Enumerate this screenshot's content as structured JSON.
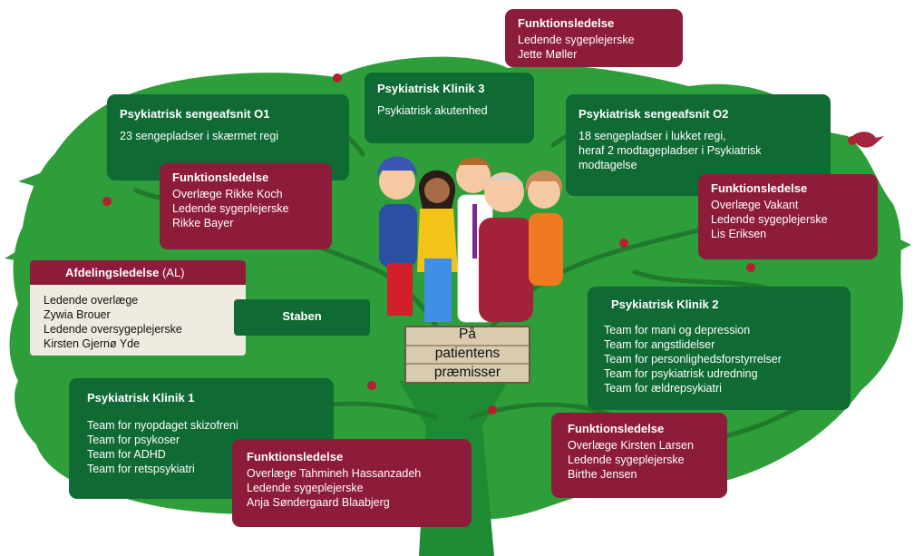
{
  "pk3": {
    "title": "Psykiatrisk Klinik 3",
    "lines": [
      "Psykiatrisk akutenhed"
    ]
  },
  "top_func": {
    "title": "Funktionsledelse",
    "lines": [
      "Ledende sygeplejerske",
      "Jette Møller"
    ]
  },
  "so1": {
    "title": "Psykiatrisk sengeafsnit O1",
    "lines": [
      "23 sengepladser i skærmet regi"
    ]
  },
  "so1_func": {
    "title": "Funktionsledelse",
    "lines": [
      "Overlæge Rikke Koch",
      "Ledende sygeplejerske",
      "Rikke Bayer"
    ]
  },
  "so2": {
    "title": "Psykiatrisk sengeafsnit O2",
    "lines": [
      "18 sengepladser i lukket regi,",
      "heraf 2 modtagepladser i Psykiatrisk",
      "modtagelse"
    ]
  },
  "so2_func": {
    "title": "Funktionsledelse",
    "lines": [
      "Overlæge Vakant",
      "Ledende sygeplejerske",
      "Lis Eriksen"
    ]
  },
  "al": {
    "title": "Afdelingsledelse",
    "abbr": "(AL)",
    "lines": [
      "Ledende overlæge",
      "Zywia Brouer",
      "Ledende oversygeplejerske",
      "Kirsten Gjernø Yde"
    ]
  },
  "staben": {
    "title": "Staben"
  },
  "sign": {
    "lines": [
      "På",
      "patientens",
      "præmisser"
    ]
  },
  "pk2": {
    "title": "Psykiatrisk Klinik 2",
    "lines": [
      "Team for mani og depression",
      "Team for angstlidelser",
      "Team for personlighedsforstyrrelser",
      "Team for psykiatrisk udredning",
      "Team for ældrepsykiatri"
    ]
  },
  "pk2_func": {
    "title": "Funktionsledelse",
    "lines": [
      "Overlæge Kirsten Larsen",
      "Ledende sygeplejerske",
      "Birthe Jensen"
    ]
  },
  "pk1": {
    "title": "Psykiatrisk Klinik 1",
    "lines": [
      "Team for nyopdaget skizofreni",
      "Team for psykoser",
      "Team for ADHD",
      "Team for retspsykiatri"
    ]
  },
  "pk1_func": {
    "title": "Funktionsledelse",
    "lines": [
      "Overlæge Tahmineh Hassanzadeh",
      "Ledende sygeplejerske",
      "Anja Søndergaard Blaabjerg"
    ]
  },
  "colors": {
    "leaf": "#2e9e3a",
    "leaf_dark": "#1f7a2b",
    "box_green": "#0f6a34",
    "box_red": "#8d1b3a",
    "al_body": "#eeeae0",
    "apple": "#b51f2e"
  }
}
